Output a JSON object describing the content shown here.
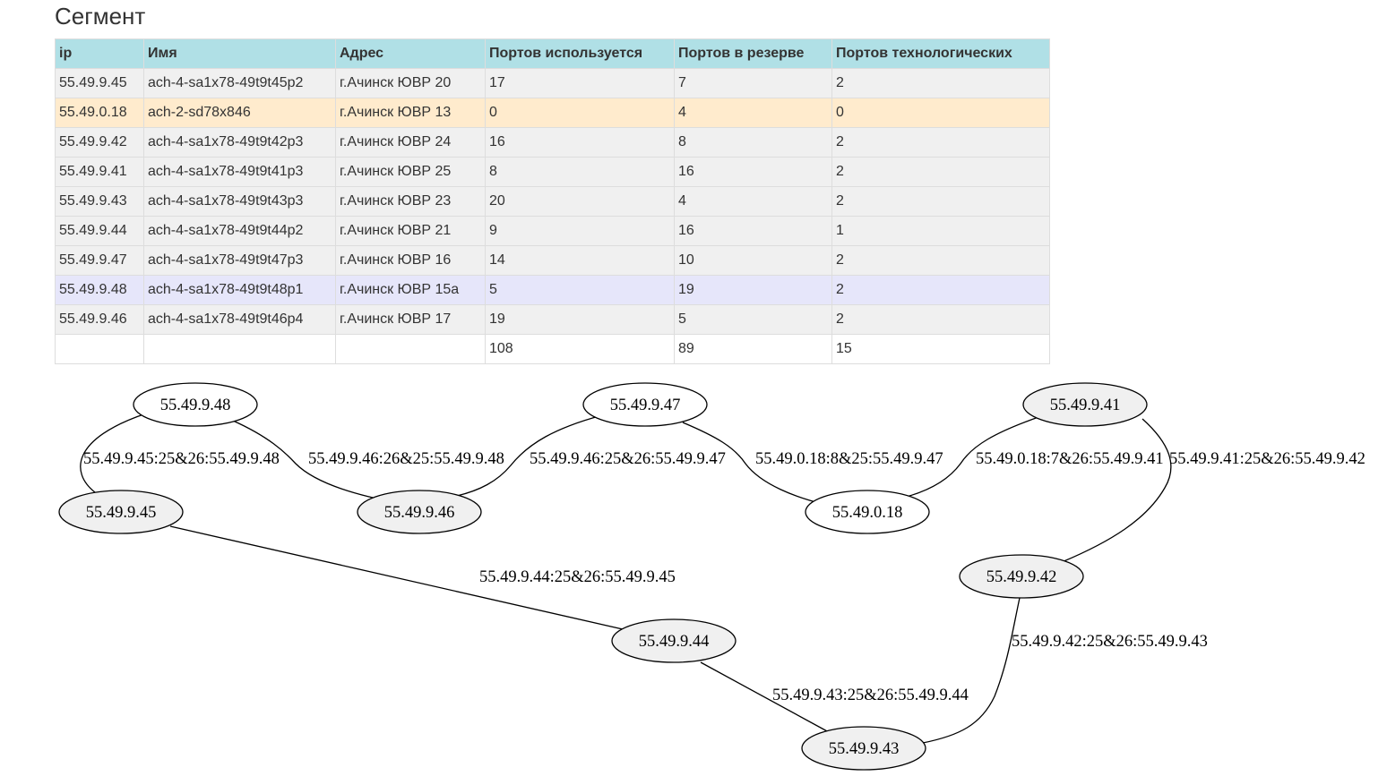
{
  "title": "Сегмент",
  "table": {
    "headers": [
      "ip",
      "Имя",
      "Адрес",
      "Портов используется",
      "Портов в резерве",
      "Портов технологических"
    ],
    "rows": [
      [
        "55.49.9.45",
        "ach-4-sa1x78-49t9t45p2",
        "г.Ачинск ЮВР 20",
        "17",
        "7",
        "2"
      ],
      [
        "55.49.0.18",
        "ach-2-sd78x846",
        "г.Ачинск ЮВР 13",
        "0",
        "4",
        "0"
      ],
      [
        "55.49.9.42",
        "ach-4-sa1x78-49t9t42p3",
        "г.Ачинск ЮВР 24",
        "16",
        "8",
        "2"
      ],
      [
        "55.49.9.41",
        "ach-4-sa1x78-49t9t41p3",
        "г.Ачинск ЮВР 25",
        "8",
        "16",
        "2"
      ],
      [
        "55.49.9.43",
        "ach-4-sa1x78-49t9t43p3",
        "г.Ачинск ЮВР 23",
        "20",
        "4",
        "2"
      ],
      [
        "55.49.9.44",
        "ach-4-sa1x78-49t9t44p2",
        "г.Ачинск ЮВР 21",
        "9",
        "16",
        "1"
      ],
      [
        "55.49.9.47",
        "ach-4-sa1x78-49t9t47p3",
        "г.Ачинск ЮВР 16",
        "14",
        "10",
        "2"
      ],
      [
        "55.49.9.48",
        "ach-4-sa1x78-49t9t48p1",
        "г.Ачинск ЮВР 15a",
        "5",
        "19",
        "2"
      ],
      [
        "55.49.9.46",
        "ach-4-sa1x78-49t9t46p4",
        "г.Ачинск ЮВР 17",
        "19",
        "5",
        "2"
      ]
    ],
    "totals": [
      "",
      "",
      "",
      "108",
      "89",
      "15"
    ],
    "colors": {
      "header_bg": "#b0e0e6",
      "row_bg": "#f0f0f0",
      "highlight_orange": "#ffebcd",
      "highlight_lavender": "#e6e6fa"
    }
  },
  "graph": {
    "nodes": [
      {
        "label": "55.49.9.48",
        "fill": "#ffffff"
      },
      {
        "label": "55.49.9.47",
        "fill": "#ffffff"
      },
      {
        "label": "55.49.9.41",
        "fill": "#f0f0f0"
      },
      {
        "label": "55.49.9.45",
        "fill": "#f0f0f0"
      },
      {
        "label": "55.49.9.46",
        "fill": "#f0f0f0"
      },
      {
        "label": "55.49.0.18",
        "fill": "#ffffff"
      },
      {
        "label": "55.49.9.42",
        "fill": "#f0f0f0"
      },
      {
        "label": "55.49.9.44",
        "fill": "#f0f0f0"
      },
      {
        "label": "55.49.9.43",
        "fill": "#f0f0f0"
      }
    ],
    "edges": [
      {
        "from": "55.49.9.48",
        "to": "55.49.9.45",
        "label": "55.49.9.45:25&26:55.49.9.48"
      },
      {
        "from": "55.49.9.48",
        "to": "55.49.9.46",
        "label": "55.49.9.46:26&25:55.49.9.48"
      },
      {
        "from": "55.49.9.47",
        "to": "55.49.9.46",
        "label": "55.49.9.46:25&26:55.49.9.47"
      },
      {
        "from": "55.49.9.47",
        "to": "55.49.0.18",
        "label": "55.49.0.18:8&25:55.49.9.47"
      },
      {
        "from": "55.49.9.41",
        "to": "55.49.0.18",
        "label": "55.49.0.18:7&26:55.49.9.41"
      },
      {
        "from": "55.49.9.41",
        "to": "55.49.9.42",
        "label": "55.49.9.41:25&26:55.49.9.42"
      },
      {
        "from": "55.49.9.45",
        "to": "55.49.9.44",
        "label": "55.49.9.44:25&26:55.49.9.45"
      },
      {
        "from": "55.49.9.42",
        "to": "55.49.9.43",
        "label": "55.49.9.42:25&26:55.49.9.43"
      },
      {
        "from": "55.49.9.44",
        "to": "55.49.9.43",
        "label": "55.49.9.43:25&26:55.49.9.44"
      }
    ]
  }
}
